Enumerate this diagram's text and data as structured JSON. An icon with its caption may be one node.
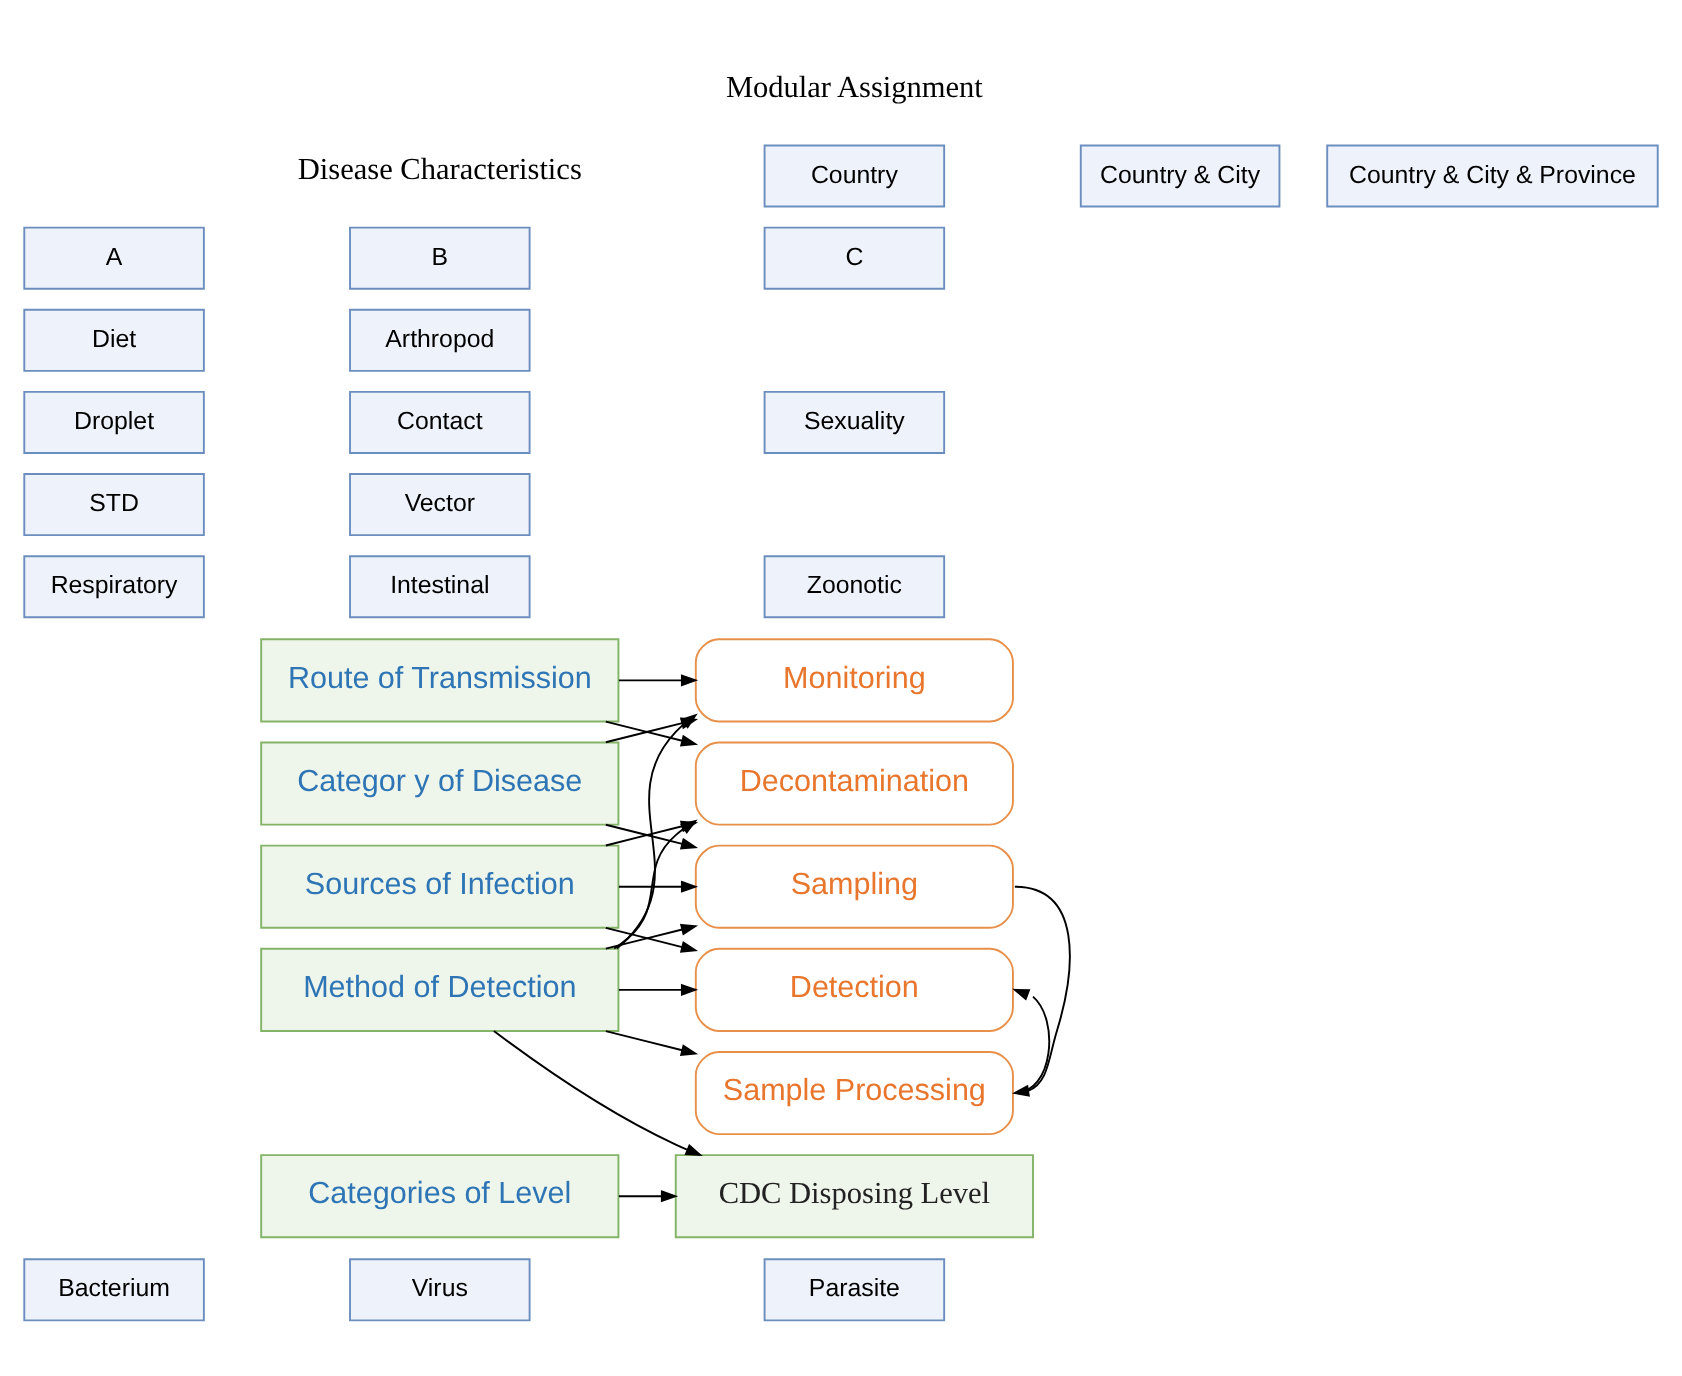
{
  "diagram": {
    "nodes": [
      {
        "text": [
          "Sources of Infection"
        ]
      },
      {
        "text": [
          "Bacterium"
        ]
      },
      {
        "text": [
          "Virus"
        ]
      },
      {
        "text": [
          "Parasite"
        ]
      },
      {
        "text": [
          "Categor y of Disease"
        ]
      },
      {
        "text": [
          "Respiratory"
        ]
      },
      {
        "text": [
          "Intestinal"
        ]
      },
      {
        "text": [
          "Zoonotic"
        ]
      },
      {
        "text": [
          "STD"
        ]
      },
      {
        "text": [
          "Vector"
        ]
      },
      {
        "text": [
          "Route of Transmission"
        ]
      },
      {
        "text": [
          "Droplet"
        ]
      },
      {
        "text": [
          "Contact"
        ]
      },
      {
        "text": [
          "Sexuality"
        ]
      },
      {
        "text": [
          "Diet"
        ]
      },
      {
        "text": [
          "Arthropod"
        ]
      },
      {
        "text": [
          "Method of Detection"
        ]
      },
      {
        "text": [
          "Categories of Level"
        ]
      },
      {
        "text": [
          "A"
        ]
      },
      {
        "text": [
          "B"
        ]
      },
      {
        "text": [
          "C"
        ]
      },
      {
        "text": [
          "Monitoring"
        ]
      },
      {
        "text": [
          "Sampling"
        ]
      },
      {
        "text": [
          "Sample Processing"
        ]
      },
      {
        "text": [
          "Detection"
        ]
      },
      {
        "text": [
          "Decontamination"
        ]
      },
      {
        "text": [
          "CDC Disposing Level"
        ]
      },
      {
        "text": [
          "Country"
        ]
      },
      {
        "text": [
          "Country & City"
        ]
      },
      {
        "text": [
          "Country & City & Province"
        ]
      }
    ],
    "edges": [
      {
        "from": 0,
        "to": 22,
        "arrow": "to"
      },
      {
        "from": 0,
        "to": 24,
        "arrow": "to"
      },
      {
        "from": 0,
        "to": 25,
        "arrow": "to"
      },
      {
        "from": 4,
        "to": 21,
        "arrow": "to"
      },
      {
        "from": 4,
        "to": 22,
        "arrow": "to"
      },
      {
        "from": 10,
        "to": 21,
        "arrow": "to"
      },
      {
        "from": 10,
        "to": 25,
        "arrow": "to"
      },
      {
        "from": 16,
        "to": 21,
        "arrow": "to"
      },
      {
        "from": 16,
        "to": 22,
        "arrow": "to"
      },
      {
        "from": 16,
        "to": 23,
        "arrow": "to"
      },
      {
        "from": 16,
        "to": 24,
        "arrow": "to"
      },
      {
        "from": 16,
        "to": 25,
        "arrow": "to"
      },
      {
        "from": 16,
        "to": 26,
        "arrow": "to"
      },
      {
        "from": 17,
        "to": 26,
        "arrow": "to"
      },
      {
        "from": 22,
        "to": 23,
        "arrow": "to"
      },
      {
        "from": 23,
        "to": 24,
        "arrow": "to"
      }
    ],
    "labels": [
      "Disease Characteristics",
      "Modular Assignment"
    ]
  }
}
